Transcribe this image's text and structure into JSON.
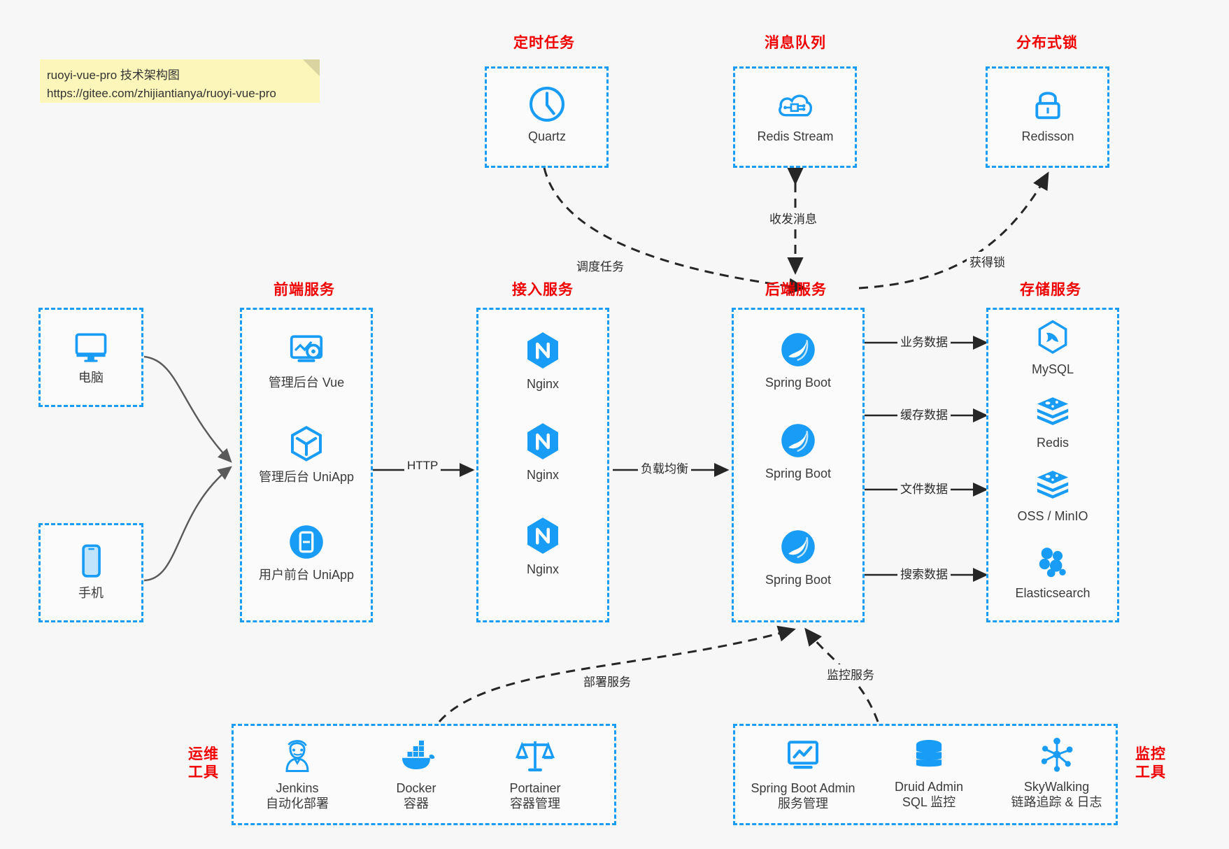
{
  "note": {
    "line1": "ruoyi-vue-pro 技术架构图",
    "line2": "https://gitee.com/zhijiantianya/ruoyi-vue-pro"
  },
  "colors": {
    "accent": "#189cf5",
    "group_title": "#f10000",
    "caption": "#3b3b3b",
    "edge": "#2a2a2a",
    "solid_edge": "#5a5a5a",
    "note_bg": "#fcf6ba",
    "page_bg": "#f7f7f7"
  },
  "groups": {
    "scheduler": {
      "title": "定时任务",
      "items": [
        {
          "label": "Quartz",
          "icon": "clock-icon"
        }
      ]
    },
    "mq": {
      "title": "消息队列",
      "items": [
        {
          "label": "Redis Stream",
          "icon": "cloud-stream-icon"
        }
      ]
    },
    "lock": {
      "title": "分布式锁",
      "items": [
        {
          "label": "Redisson",
          "icon": "padlock-icon"
        }
      ]
    },
    "clients": {
      "title": "",
      "items": [
        {
          "label": "电脑",
          "icon": "desktop-icon"
        },
        {
          "label": "手机",
          "icon": "mobile-icon"
        }
      ]
    },
    "frontend": {
      "title": "前端服务",
      "items": [
        {
          "label": "管理后台 Vue",
          "icon": "dashboard-gear-icon"
        },
        {
          "label": "管理后台 UniApp",
          "icon": "hexagon-cube-icon"
        },
        {
          "label": "用户前台 UniApp",
          "icon": "app-circle-icon"
        }
      ]
    },
    "gateway": {
      "title": "接入服务",
      "items": [
        {
          "label": "Nginx",
          "icon": "nginx-icon"
        },
        {
          "label": "Nginx",
          "icon": "nginx-icon"
        },
        {
          "label": "Nginx",
          "icon": "nginx-icon"
        }
      ]
    },
    "backend": {
      "title": "后端服务",
      "items": [
        {
          "label": "Spring Boot",
          "icon": "spring-boot-icon"
        },
        {
          "label": "Spring Boot",
          "icon": "spring-boot-icon"
        },
        {
          "label": "Spring Boot",
          "icon": "spring-boot-icon"
        }
      ]
    },
    "storage": {
      "title": "存储服务",
      "items": [
        {
          "label": "MySQL",
          "icon": "mysql-dolphin-icon"
        },
        {
          "label": "Redis",
          "icon": "redis-stack-icon"
        },
        {
          "label": "OSS / MinIO",
          "icon": "redis-stack-icon"
        },
        {
          "label": "Elasticsearch",
          "icon": "elasticsearch-icon"
        }
      ]
    },
    "devops": {
      "title_line1": "运维",
      "title_line2": "工具",
      "items": [
        {
          "label": "Jenkins",
          "sub": "自动化部署",
          "icon": "jenkins-butler-icon"
        },
        {
          "label": "Docker",
          "sub": "容器",
          "icon": "docker-whale-icon"
        },
        {
          "label": "Portainer",
          "sub": "容器管理",
          "icon": "scales-icon"
        }
      ]
    },
    "monitoring": {
      "title_line1": "监控",
      "title_line2": "工具",
      "items": [
        {
          "label": "Spring Boot Admin",
          "sub": "服务管理",
          "icon": "monitor-chart-icon"
        },
        {
          "label": "Druid Admin",
          "sub": "SQL 监控",
          "icon": "database-stack-icon"
        },
        {
          "label": "SkyWalking",
          "sub": "链路追踪 & 日志",
          "icon": "skywalking-node-icon"
        }
      ]
    }
  },
  "edges": {
    "schedule_task": "调度任务",
    "mq_messages": "收发消息",
    "acquire_lock": "获得锁",
    "http": "HTTP",
    "load_balance": "负载均衡",
    "business_data": "业务数据",
    "cache_data": "缓存数据",
    "file_data": "文件数据",
    "search_data": "搜索数据",
    "deploy_service": "部署服务",
    "monitor_service": "监控服务"
  }
}
